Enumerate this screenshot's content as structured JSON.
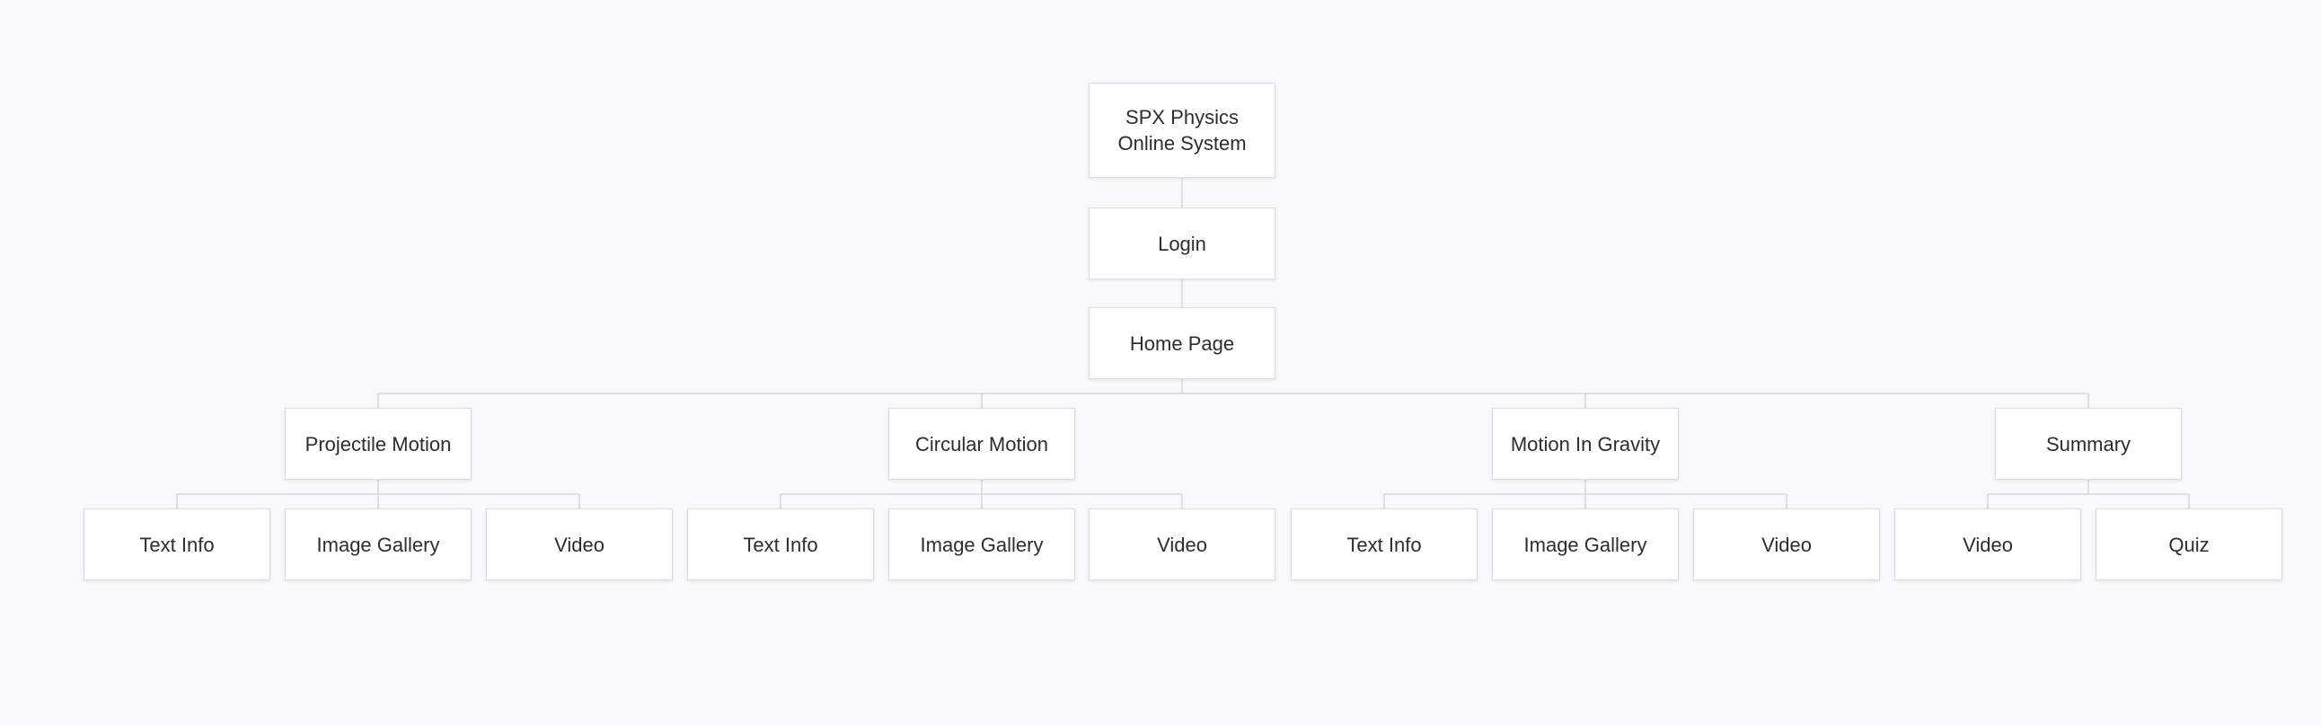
{
  "sitemap": {
    "root": {
      "label": "SPX Physics Online System"
    },
    "login": {
      "label": "Login"
    },
    "home": {
      "label": "Home Page"
    },
    "sections": [
      {
        "label": "Projectile Motion",
        "children": [
          "Text Info",
          "Image Gallery",
          "Video"
        ]
      },
      {
        "label": "Circular Motion",
        "children": [
          "Text Info",
          "Image Gallery",
          "Video"
        ]
      },
      {
        "label": "Motion In Gravity",
        "children": [
          "Text Info",
          "Image Gallery",
          "Video"
        ]
      },
      {
        "label": "Summary",
        "children": [
          "Video",
          "Quiz"
        ]
      }
    ]
  },
  "colors": {
    "background": "#f8f9fb",
    "node_fill": "#ffffff",
    "node_border": "#dcdfe4",
    "connector": "#d4d7dc",
    "text": "#2b2d31"
  }
}
